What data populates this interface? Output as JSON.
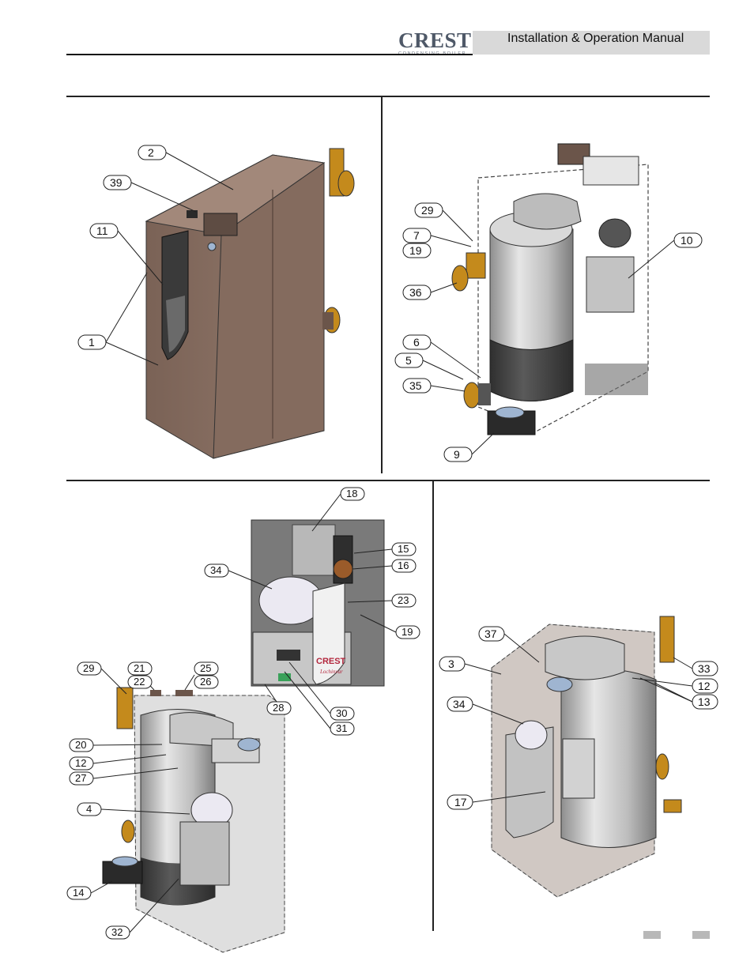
{
  "header": {
    "logo_text": "CREST",
    "logo_subtext": "CONDENSING BOILER",
    "manual_title": "Installation & Operation Manual"
  },
  "figures": {
    "front_exterior": {
      "callouts": [
        "2",
        "39",
        "11",
        "1"
      ]
    },
    "rear_internal": {
      "callouts": [
        "29",
        "7",
        "19",
        "36",
        "10",
        "6",
        "5",
        "35",
        "9"
      ]
    },
    "left_internal": {
      "callouts": [
        "18",
        "15",
        "16",
        "34",
        "23",
        "19",
        "29",
        "21",
        "22",
        "25",
        "26",
        "28",
        "30",
        "31",
        "20",
        "12",
        "27",
        "4",
        "14",
        "32"
      ]
    },
    "right_internal": {
      "callouts": [
        "37",
        "3",
        "33",
        "12",
        "13",
        "34",
        "17"
      ]
    }
  },
  "detail_labels": {
    "controller_brand": "CREST",
    "controller_maker": "Lochinvar"
  },
  "colors": {
    "cabinet": "#8a7164",
    "cabinet_dark": "#6b554a",
    "tank_light": "#c9c9c9",
    "tank_base": "#4a4a4a",
    "flange_gold": "#c48a1c",
    "header_bar": "#d9d9d9",
    "logo_gray": "#4f5968"
  }
}
